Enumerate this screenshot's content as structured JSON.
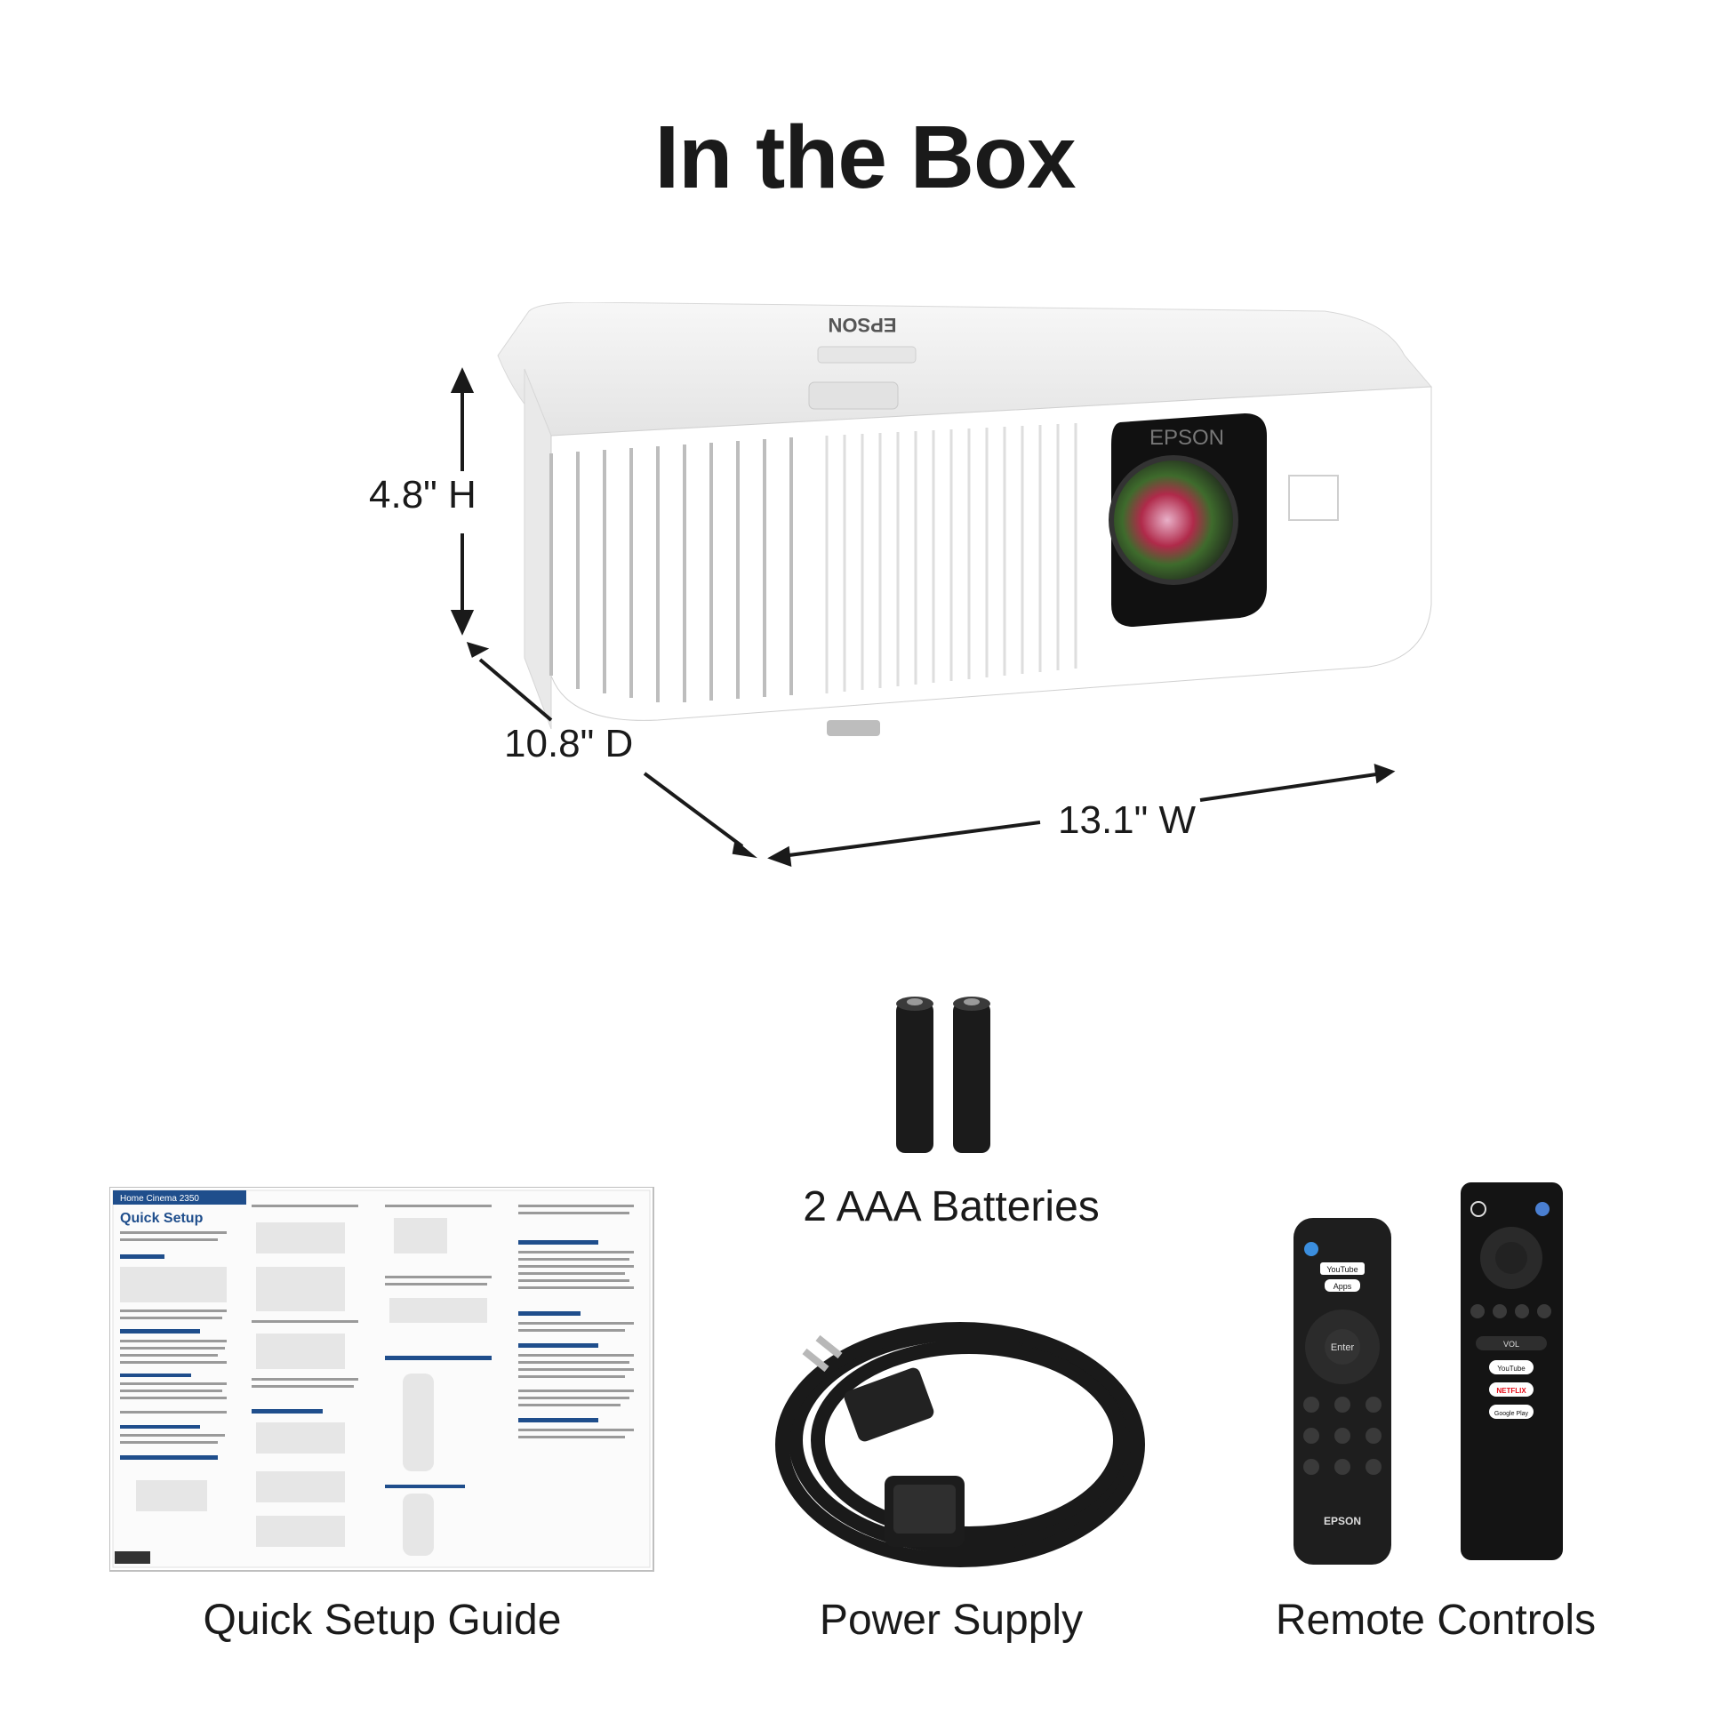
{
  "title": "In the Box",
  "dimensions": {
    "height": "4.8\" H",
    "depth": "10.8\" D",
    "width": "13.1\" W"
  },
  "projector": {
    "brand_top": "EPSON",
    "brand_lens": "EPSON"
  },
  "items": [
    {
      "label": "Quick Setup Guide"
    },
    {
      "label": "2 AAA Batteries"
    },
    {
      "label": "Power Supply"
    },
    {
      "label": "Remote Controls"
    }
  ],
  "guide": {
    "model": "Home Cinema 2350",
    "heading": "Quick Setup"
  },
  "remote_left": {
    "brand": "EPSON",
    "enter": "Enter",
    "apps": "Apps",
    "youtube": "YouTube"
  },
  "remote_right": {
    "vol": "VOL",
    "youtube": "YouTube",
    "netflix": "NETFLIX",
    "google_play": "Google Play"
  },
  "colors": {
    "text": "#1a1a1a",
    "guide_blue": "#1f4e8c",
    "netflix_red": "#e50914",
    "youtube_red": "#ff0000"
  }
}
